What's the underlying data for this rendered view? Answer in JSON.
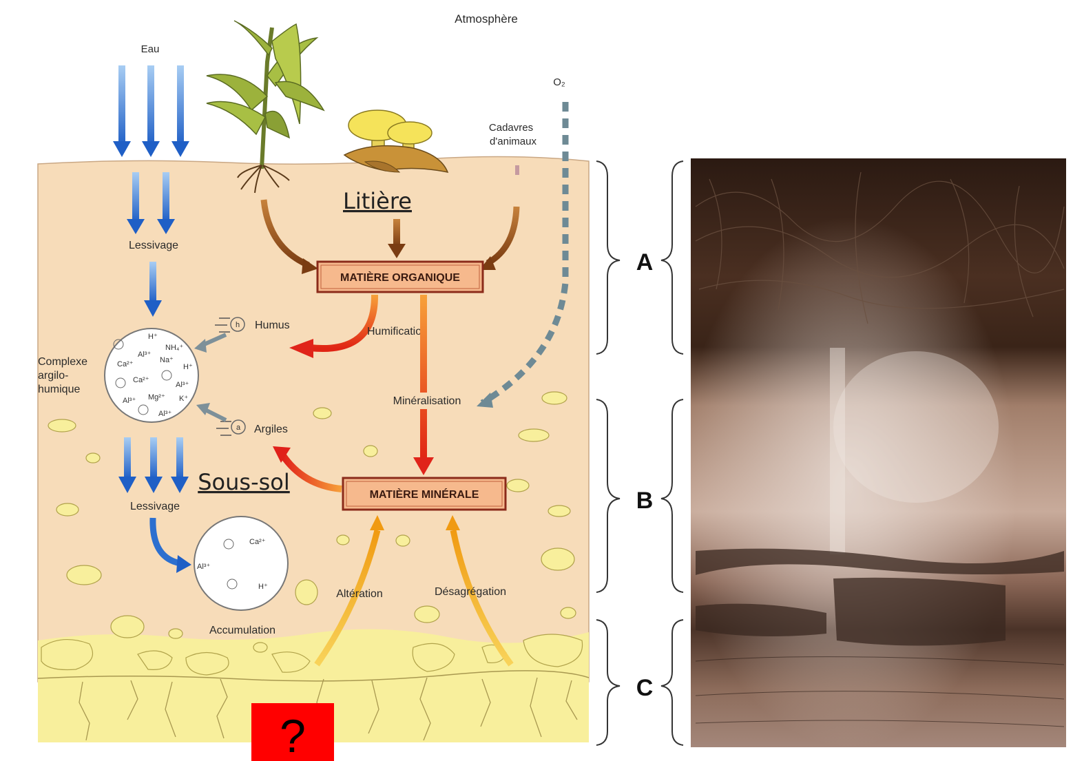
{
  "diagram": {
    "labels": {
      "atmosphere": "Atmosphère",
      "water": "Eau",
      "oxygen": "O₂",
      "carcasses_line1": "Cadavres",
      "carcasses_line2": "d'animaux",
      "litter": "Litière",
      "leaching_top": "Lessivage",
      "leaching_bottom": "Lessivage",
      "organic_matter": "MATIÈRE ORGANIQUE",
      "mineral_matter": "MATIÈRE MINÉRALE",
      "humification": "Humification",
      "mineralisation": "Minéralisation",
      "humus": "Humus",
      "clays": "Argiles",
      "complex_line1": "Complexe",
      "complex_line2": "argilo-",
      "complex_line3": "humique",
      "subsoil": "Sous-sol",
      "accumulation": "Accumulation",
      "alteration": "Altération",
      "disaggregation": "Désagrégation",
      "unknown_marker": "?"
    },
    "ions": {
      "complex": [
        "H⁺",
        "NH₄⁺",
        "Al³⁺",
        "Ca²⁺",
        "Na⁺",
        "H⁺",
        "Ca²⁺",
        "Al³⁺",
        "Al³⁺",
        "Mg²⁺",
        "K⁺",
        "Al³⁺"
      ],
      "accumulation": [
        "Ca²⁺",
        "Al³⁺",
        "H⁺"
      ]
    },
    "humus_symbol": "h",
    "clay_symbol": "a",
    "horizons": [
      "A",
      "B",
      "C"
    ],
    "colors": {
      "soil": "#f7dcb9",
      "bedrock": "#f8ef9c",
      "water_arrow": "#2c6fcf",
      "oxygen_arrow": "#6e8a95",
      "organic_arrow": "#8a4a1a",
      "process_arrow": "#e8491c",
      "weathering_arrow": "#f0b020",
      "question_box": "#ff0000",
      "box_fill": "#f6b98d",
      "box_border": "#8b2b1a"
    }
  }
}
